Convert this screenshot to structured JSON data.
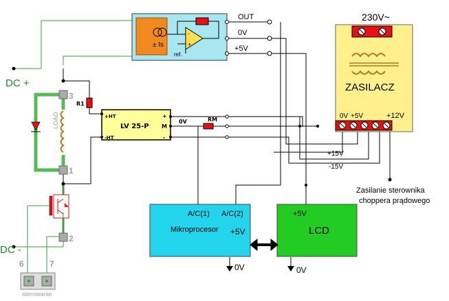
{
  "sensor": {
    "out_label": "OUT",
    "zero_label": "0V",
    "plus5_label": "+5V",
    "is_label": "± Is",
    "ref_label": "ref."
  },
  "power_supply": {
    "mains_label": "230V~",
    "name": "ZASILACZ",
    "label_0v": "0V",
    "label_5v": "+5V",
    "label_12v": "+12V"
  },
  "rails": {
    "plus15": "+15V",
    "minus15": "-15V"
  },
  "chopper_note": {
    "line1": "Zasilanie sterownika",
    "line2": "choppera prądowego"
  },
  "lv25": {
    "name": "LV 25-P",
    "pin_ht_plus": "+HT",
    "pin_ht_minus": "-HT",
    "pin_plus": "+",
    "pin_m": "M",
    "pin_minus": "-"
  },
  "resistors": {
    "r1": "R1",
    "rm": "RM"
  },
  "signals": {
    "zero_v": "0V"
  },
  "load": {
    "label": "LOAD",
    "pin3": "3",
    "pin1": "1",
    "pin2": "2"
  },
  "dc": {
    "plus": "DC +",
    "minus": "DC -"
  },
  "control": {
    "pin6": "6",
    "pin7": "7",
    "label": "sterowanie"
  },
  "mcu": {
    "ac1": "A/C(1)",
    "ac2": "A/C(2)",
    "name": "Mikroprocesor",
    "plus5": "+5V",
    "gnd": "0V"
  },
  "lcd": {
    "plus5": "+5V",
    "name": "LCD",
    "gnd": "0V"
  },
  "colors": {
    "sensor_fill": "#a8e6f0",
    "psu_fill": "#fff08c",
    "mcu_fill": "#22d4ec",
    "lcd_fill": "#22cc22",
    "lv25_fill": "#ffff99",
    "terminal_red": "#e81010",
    "label_green": "#228822",
    "wire_green": "#3aa03a",
    "wire_thick_green": "#55bb55",
    "gray_label": "#a0a0a0"
  }
}
